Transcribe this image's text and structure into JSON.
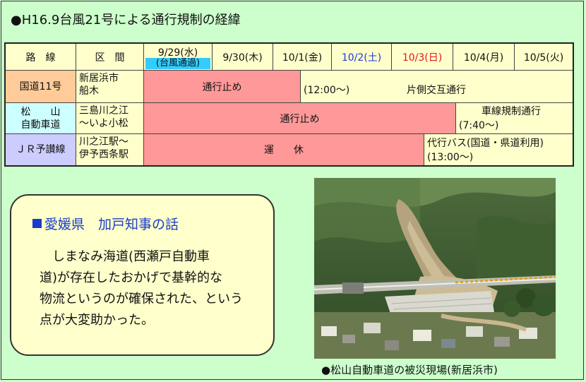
{
  "title": "●H16.9台風21号による通行規制の経緯",
  "table": {
    "headers": {
      "route": "路　線",
      "section": "区　間",
      "dates": [
        {
          "label": "9/29(水)",
          "tag": "(台風通過)"
        },
        {
          "label": "9/30(木)"
        },
        {
          "label": "10/1(金)"
        },
        {
          "label": "10/2(土)",
          "color": "#1f3ad6"
        },
        {
          "label": "10/3(日)",
          "color": "#e0141e"
        },
        {
          "label": "10/4(月)"
        },
        {
          "label": "10/5(火)"
        }
      ]
    },
    "rows": [
      {
        "route": "国道11号",
        "section": [
          "新居浜市",
          "船木"
        ],
        "closure": "通行止め",
        "after_time": "(12:00～)",
        "after_status": "片側交互通行"
      },
      {
        "route": [
          "松　　山",
          "自動車道"
        ],
        "section": [
          "三島川之江",
          "～いよ小松"
        ],
        "closure": "通行止め",
        "after_status": "車線規制通行",
        "after_time": "(7:40～)"
      },
      {
        "route": "ＪＲ予讃線",
        "section": [
          "川之江駅～",
          "伊予西条駅"
        ],
        "closure": "運　　休",
        "after_status": "代行バス(国道・県道利用)",
        "after_time": "(13:00～)"
      }
    ]
  },
  "quote": {
    "heading": "愛媛県　加戸知事の話",
    "lines": [
      "　しまなみ海道(西瀬戸自動車",
      "道)が存在したおかげで基幹的な",
      "物流というのが確保された、という",
      "点が大変助かった。"
    ]
  },
  "photo": {
    "caption": "●松山自動車道の被災現場(新居浜市)"
  },
  "colors": {
    "background": "#ccffcc",
    "closed": "#ff9999",
    "header": "#ffffcc",
    "typhoon_tag": "#33ccff"
  }
}
